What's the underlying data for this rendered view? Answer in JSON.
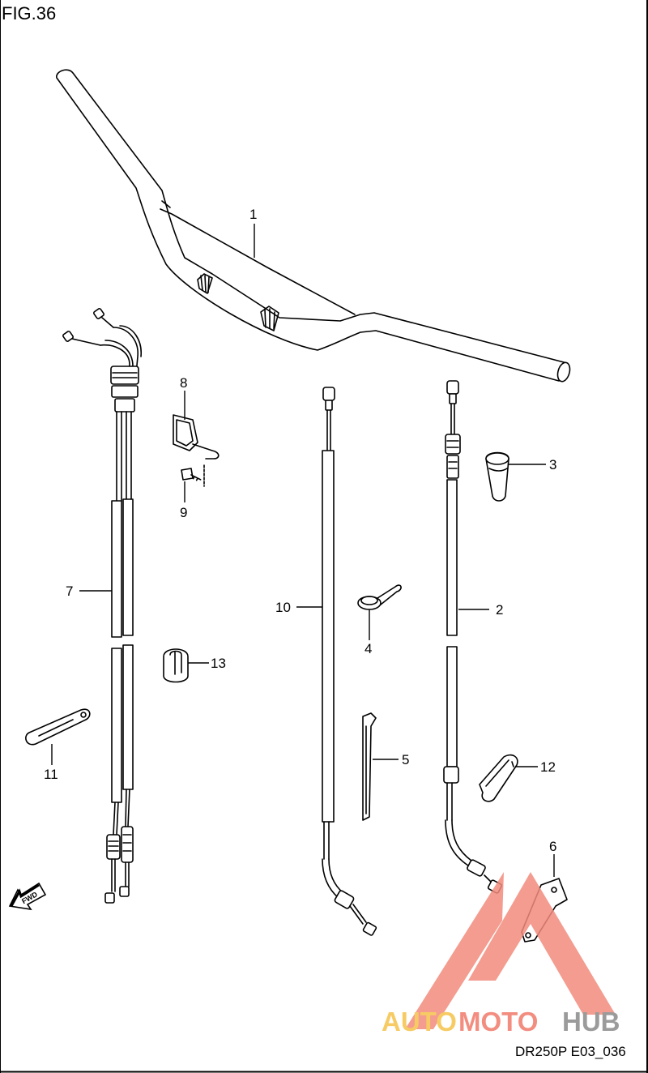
{
  "figure_label": "FIG.36",
  "diagram_code": "DR250P E03_036",
  "fwd_label": "FWD",
  "watermark": {
    "part1": "AUTO",
    "part2": "MOTO",
    "part3": "HUB",
    "color1": "#f6c24a",
    "color2": "#f07a6a",
    "color3": "#8a8a8a",
    "triangle_color": "#f28b7c"
  },
  "callouts": {
    "c1": "1",
    "c2": "2",
    "c3": "3",
    "c4": "4",
    "c5": "5",
    "c6": "6",
    "c7": "7",
    "c8": "8",
    "c9": "9",
    "c10": "10",
    "c11": "11",
    "c12": "12",
    "c13": "13"
  }
}
